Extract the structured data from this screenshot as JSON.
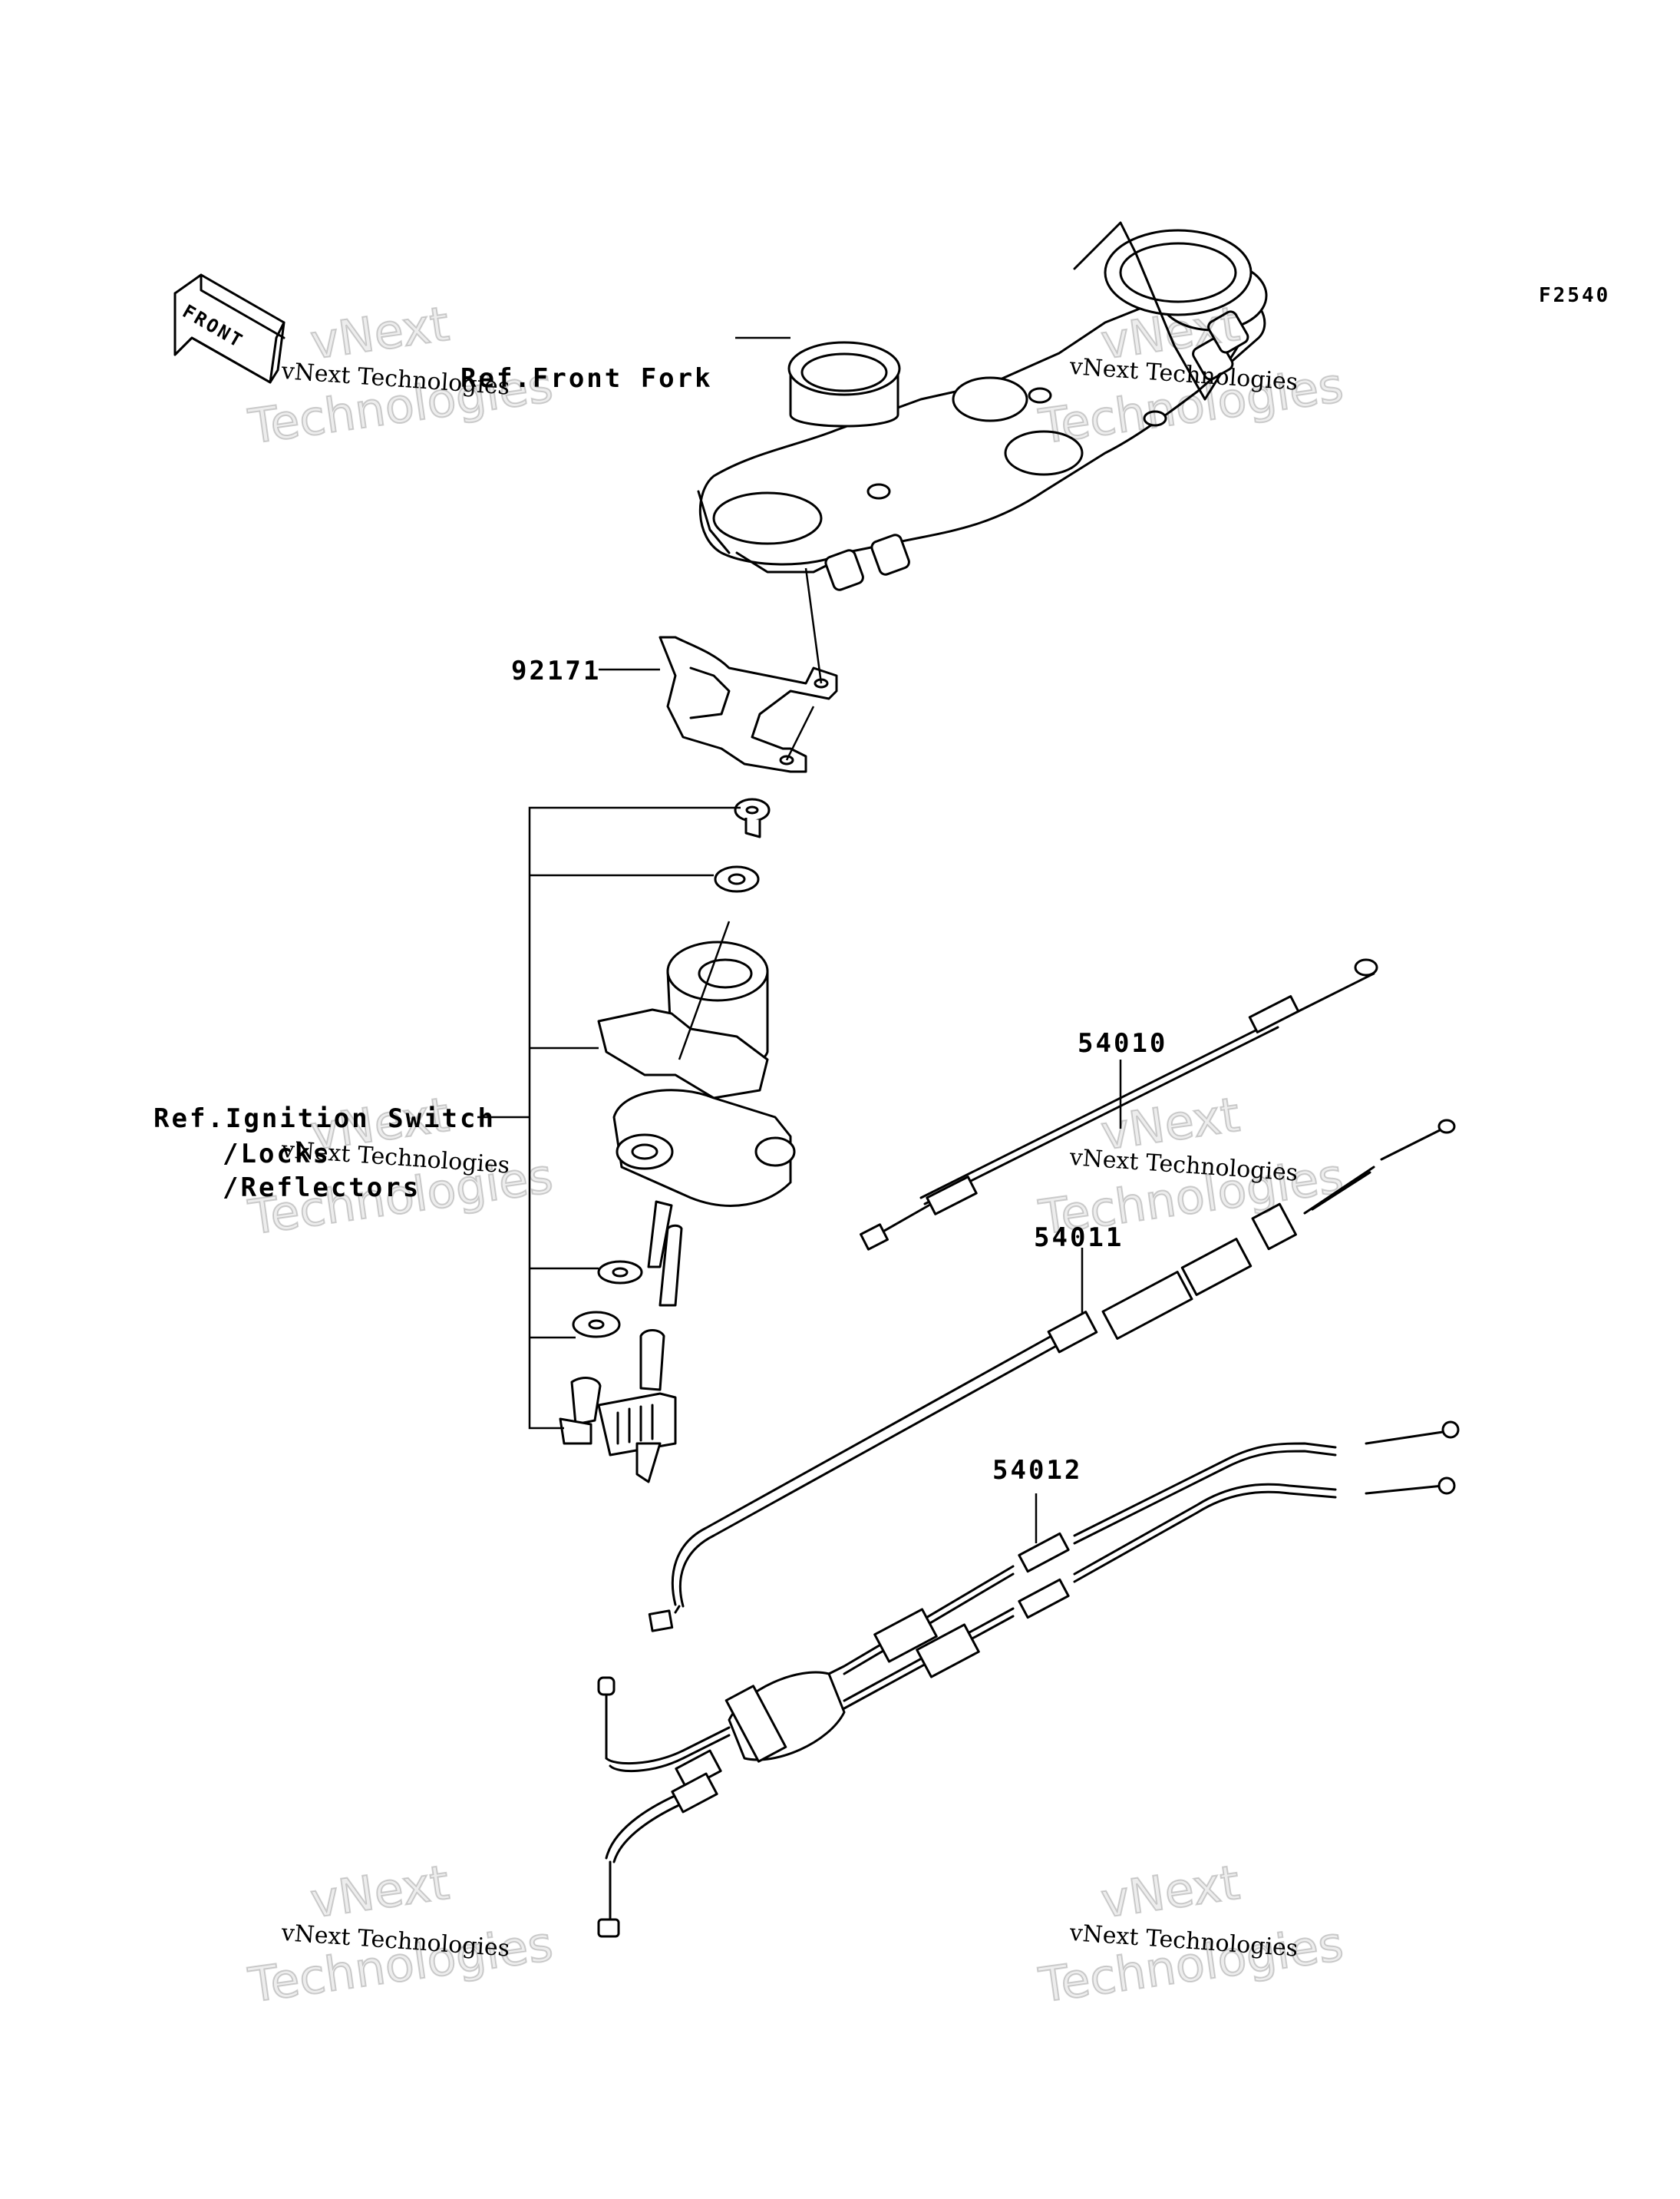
{
  "figure_id": "F2540",
  "front_arrow_label": "FRONT",
  "labels": {
    "front_fork": "Ref.Front Fork",
    "bracket": "92171",
    "ignition_line1": "Ref.Ignition Switch",
    "ignition_line2": "/Locks",
    "ignition_line3": "/Reflectors",
    "clutch_cable": "54010",
    "choke_cable": "54011",
    "throttle_cable": "54012"
  },
  "watermark": {
    "line1": "vNext Technologies",
    "line2": "vNext",
    "line3": "Technologies"
  }
}
